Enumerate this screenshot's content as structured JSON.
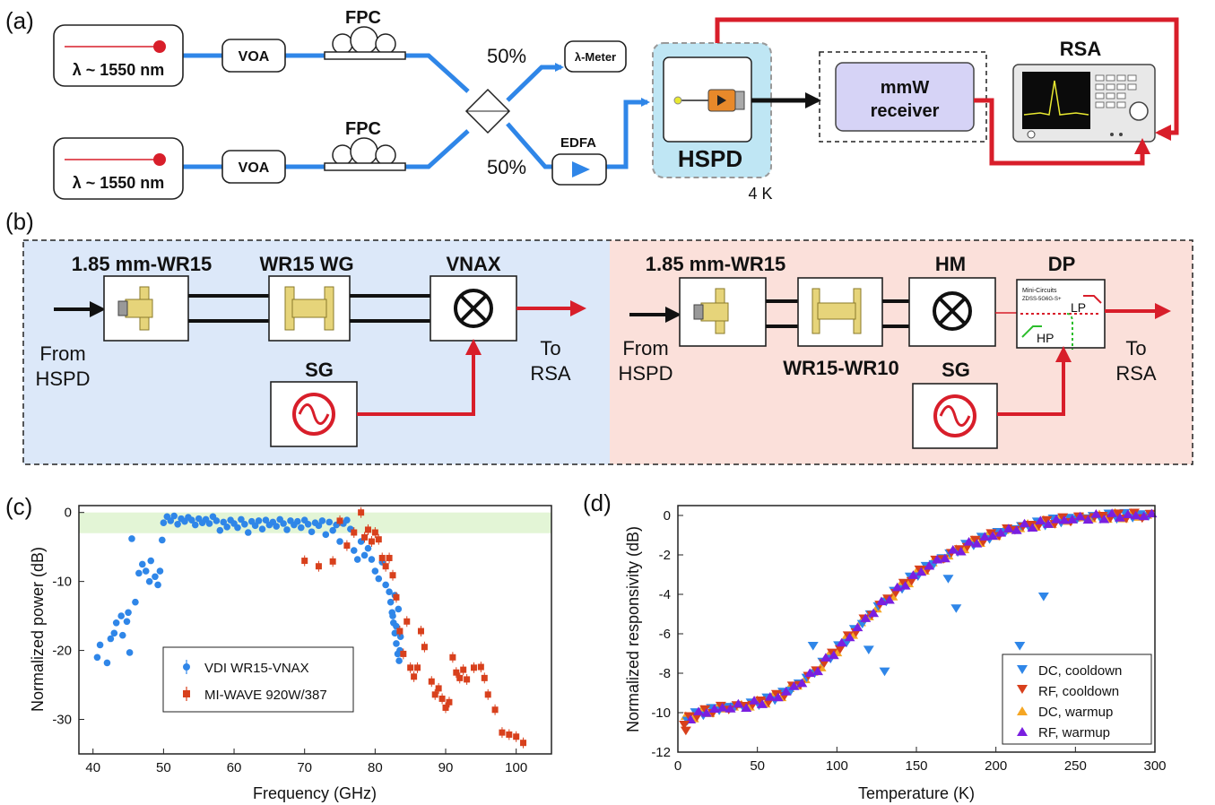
{
  "panel_a": {
    "tag": "(a)",
    "laser_1": "λ ~ 1550 nm",
    "laser_2": "λ ~ 1550 nm",
    "voa_1": "VOA",
    "voa_2": "VOA",
    "fpc_1": "FPC",
    "fpc_2": "FPC",
    "split_top": "50%",
    "split_bottom": "50%",
    "lambda_meter": "λ-Meter",
    "edfa": "EDFA",
    "hspd": "HSPD",
    "temp": "4 K",
    "receiver_line1": "mmW",
    "receiver_line2": "receiver",
    "rsa": "RSA"
  },
  "panel_b": {
    "tag": "(b)",
    "left": {
      "adapter": "1.85 mm-WR15",
      "waveguide": "WR15 WG",
      "mixer": "VNAX",
      "sg": "SG",
      "from_1": "From",
      "from_2": "HSPD",
      "to_1": "To",
      "to_2": "RSA"
    },
    "right": {
      "adapter": "1.85 mm-WR15",
      "transition": "WR15-WR10",
      "mixer": "HM",
      "diplexer": "DP",
      "sg": "SG",
      "lp": "LP",
      "hp": "HP",
      "dp_brand_1": "Mini-Circuits",
      "dp_brand_2": "ZDSS-5G6G-S+",
      "from_1": "From",
      "from_2": "HSPD",
      "to_1": "To",
      "to_2": "RSA"
    }
  },
  "chart_data": [
    {
      "panel": "(c)",
      "type": "scatter",
      "xlabel": "Frequency (GHz)",
      "ylabel": "Normalized power (dB)",
      "xlim": [
        38,
        105
      ],
      "ylim": [
        -35,
        1
      ],
      "xticks": [
        40,
        50,
        60,
        70,
        80,
        90,
        100
      ],
      "yticks": [
        0,
        -10,
        -20,
        -30
      ],
      "band": [
        -3,
        0
      ],
      "legend_position": "lower-left",
      "series": [
        {
          "name": "VDI WR15-VNAX",
          "color": "#2f86e8",
          "marker": "circle",
          "points": [
            [
              41,
              -19.2
            ],
            [
              40.6,
              -21
            ],
            [
              42,
              -21.8
            ],
            [
              42.5,
              -18.3
            ],
            [
              43,
              -17.5
            ],
            [
              43.3,
              -16
            ],
            [
              44,
              -15
            ],
            [
              44.2,
              -17.8
            ],
            [
              44.8,
              -15.8
            ],
            [
              45,
              -14.5
            ],
            [
              45.2,
              -20.3
            ],
            [
              45.5,
              -3.8
            ],
            [
              46,
              -13
            ],
            [
              46.5,
              -8.8
            ],
            [
              47,
              -7.5
            ],
            [
              47.5,
              -8.5
            ],
            [
              48,
              -10
            ],
            [
              48.2,
              -7
            ],
            [
              48.8,
              -9.3
            ],
            [
              49.2,
              -10.5
            ],
            [
              49.5,
              -8.5
            ],
            [
              49.8,
              -4
            ],
            [
              50,
              -1.5
            ],
            [
              50.5,
              -0.6
            ],
            [
              51,
              -1.2
            ],
            [
              51.5,
              -0.5
            ],
            [
              52,
              -1.7
            ],
            [
              52.5,
              -0.9
            ],
            [
              53,
              -1.3
            ],
            [
              53.5,
              -0.7
            ],
            [
              54,
              -1.1
            ],
            [
              54.5,
              -1.8
            ],
            [
              55,
              -0.9
            ],
            [
              55.5,
              -1.5
            ],
            [
              56,
              -1
            ],
            [
              56.5,
              -1.6
            ],
            [
              57,
              -0.6
            ],
            [
              57.5,
              -1.2
            ],
            [
              58,
              -2.6
            ],
            [
              58.5,
              -1.4
            ],
            [
              59,
              -2.1
            ],
            [
              59.5,
              -1.1
            ],
            [
              60,
              -1.6
            ],
            [
              60.5,
              -2.2
            ],
            [
              61,
              -1
            ],
            [
              61.5,
              -1.7
            ],
            [
              62,
              -2.9
            ],
            [
              62.5,
              -1.3
            ],
            [
              63,
              -1.9
            ],
            [
              63.5,
              -1.2
            ],
            [
              64,
              -2.4
            ],
            [
              64.5,
              -1.1
            ],
            [
              65,
              -1.8
            ],
            [
              65.5,
              -1.4
            ],
            [
              66,
              -2
            ],
            [
              66.5,
              -1
            ],
            [
              67,
              -1.6
            ],
            [
              67.5,
              -2.5
            ],
            [
              68,
              -1.2
            ],
            [
              68.5,
              -1.8
            ],
            [
              69,
              -1.3
            ],
            [
              69.5,
              -2.2
            ],
            [
              70,
              -1.1
            ],
            [
              70.5,
              -1.7
            ],
            [
              71,
              -2.8
            ],
            [
              71.5,
              -1.5
            ],
            [
              72,
              -1.9
            ],
            [
              72.5,
              -1.2
            ],
            [
              73,
              -3.2
            ],
            [
              73.5,
              -1.4
            ],
            [
              74,
              -2.6
            ],
            [
              74.5,
              -1.8
            ],
            [
              75,
              -4.2
            ],
            [
              75.5,
              -1.6
            ],
            [
              76,
              -1.1
            ],
            [
              76.5,
              -2.4
            ],
            [
              77,
              -5.5
            ],
            [
              77.5,
              -6.8
            ],
            [
              78,
              -4.2
            ],
            [
              78.5,
              -6.2
            ],
            [
              79,
              -5.2
            ],
            [
              79.5,
              -6.8
            ],
            [
              80,
              -8.5
            ],
            [
              80.5,
              -9.6
            ],
            [
              81,
              -7.2
            ],
            [
              81.5,
              -10.5
            ],
            [
              82,
              -11.5
            ],
            [
              82.2,
              -13
            ],
            [
              82.4,
              -14.5
            ],
            [
              82.6,
              -16
            ],
            [
              82.8,
              -17.5
            ],
            [
              83,
              -19
            ],
            [
              83.2,
              -20.5
            ],
            [
              83.4,
              -21.5
            ],
            [
              83.6,
              -18
            ],
            [
              82.5,
              -15
            ],
            [
              82.8,
              -12
            ],
            [
              83,
              -16.5
            ],
            [
              83.3,
              -14
            ],
            [
              83.5,
              -20
            ]
          ]
        },
        {
          "name": "MI-WAVE 920W/387",
          "color": "#d8401c",
          "marker": "square",
          "points": [
            [
              70,
              -7
            ],
            [
              72,
              -7.8
            ],
            [
              74,
              -7.1
            ],
            [
              75,
              -1.2
            ],
            [
              76,
              -4.8
            ],
            [
              77,
              -2.9
            ],
            [
              78,
              0
            ],
            [
              78.5,
              -3.6
            ],
            [
              79,
              -2.5
            ],
            [
              79.5,
              -4.2
            ],
            [
              80,
              -2.9
            ],
            [
              80.5,
              -3.9
            ],
            [
              81,
              -6.6
            ],
            [
              81.5,
              -7.8
            ],
            [
              82,
              -6.6
            ],
            [
              82.5,
              -9.1
            ],
            [
              83,
              -12.3
            ],
            [
              83.5,
              -17.2
            ],
            [
              84,
              -20.5
            ],
            [
              84.5,
              -15.8
            ],
            [
              85,
              -22.5
            ],
            [
              85.5,
              -23.8
            ],
            [
              86,
              -22.5
            ],
            [
              86.5,
              -17.2
            ],
            [
              87,
              -19.5
            ],
            [
              88,
              -24.5
            ],
            [
              88.5,
              -26.4
            ],
            [
              89,
              -25.5
            ],
            [
              89.5,
              -27
            ],
            [
              90,
              -28.3
            ],
            [
              90.5,
              -27.5
            ],
            [
              91,
              -21
            ],
            [
              91.5,
              -23.2
            ],
            [
              92,
              -24
            ],
            [
              92.5,
              -22.8
            ],
            [
              93,
              -24.2
            ],
            [
              94,
              -22.5
            ],
            [
              95,
              -22.4
            ],
            [
              95.5,
              -24
            ],
            [
              96,
              -26.4
            ],
            [
              97,
              -28.6
            ],
            [
              98,
              -31.9
            ],
            [
              99,
              -32.2
            ],
            [
              100,
              -32.5
            ],
            [
              101,
              -33.4
            ]
          ]
        }
      ]
    },
    {
      "panel": "(d)",
      "type": "scatter",
      "xlabel": "Temperature (K)",
      "ylabel": "Normalized responsivity (dB)",
      "xlim": [
        0,
        300
      ],
      "ylim": [
        -12,
        0.5
      ],
      "xticks": [
        0,
        50,
        100,
        150,
        200,
        250,
        300
      ],
      "yticks": [
        0,
        -2,
        -4,
        -6,
        -8,
        -10,
        -12
      ],
      "legend_position": "lower-right",
      "series": [
        {
          "name": "DC, cooldown",
          "color": "#2f86e8",
          "marker": "triangle-down"
        },
        {
          "name": "RF, cooldown",
          "color": "#d8401c",
          "marker": "triangle-down"
        },
        {
          "name": "DC, warmup",
          "color": "#f5a623",
          "marker": "triangle-up"
        },
        {
          "name": "RF, warmup",
          "color": "#7a1fe0",
          "marker": "triangle-up"
        }
      ],
      "curve_points": [
        [
          5,
          -10.3
        ],
        [
          15,
          -10
        ],
        [
          25,
          -9.8
        ],
        [
          35,
          -9.7
        ],
        [
          45,
          -9.6
        ],
        [
          55,
          -9.4
        ],
        [
          65,
          -9.1
        ],
        [
          75,
          -8.6
        ],
        [
          85,
          -8
        ],
        [
          95,
          -7.2
        ],
        [
          105,
          -6.4
        ],
        [
          115,
          -5.5
        ],
        [
          125,
          -4.7
        ],
        [
          135,
          -4
        ],
        [
          145,
          -3.3
        ],
        [
          155,
          -2.7
        ],
        [
          165,
          -2.2
        ],
        [
          175,
          -1.8
        ],
        [
          185,
          -1.4
        ],
        [
          195,
          -1.1
        ],
        [
          205,
          -0.8
        ],
        [
          215,
          -0.6
        ],
        [
          225,
          -0.45
        ],
        [
          235,
          -0.3
        ],
        [
          245,
          -0.2
        ],
        [
          255,
          -0.12
        ],
        [
          265,
          -0.06
        ],
        [
          275,
          -0.02
        ],
        [
          285,
          0
        ],
        [
          300,
          0
        ]
      ],
      "outliers": [
        [
          4,
          -10.6
        ],
        [
          5,
          -10.9
        ],
        [
          85,
          -6.6
        ],
        [
          120,
          -6.8
        ],
        [
          130,
          -7.9
        ],
        [
          170,
          -3.2
        ],
        [
          175,
          -4.7
        ],
        [
          215,
          -6.6
        ],
        [
          230,
          -4.1
        ]
      ]
    }
  ]
}
